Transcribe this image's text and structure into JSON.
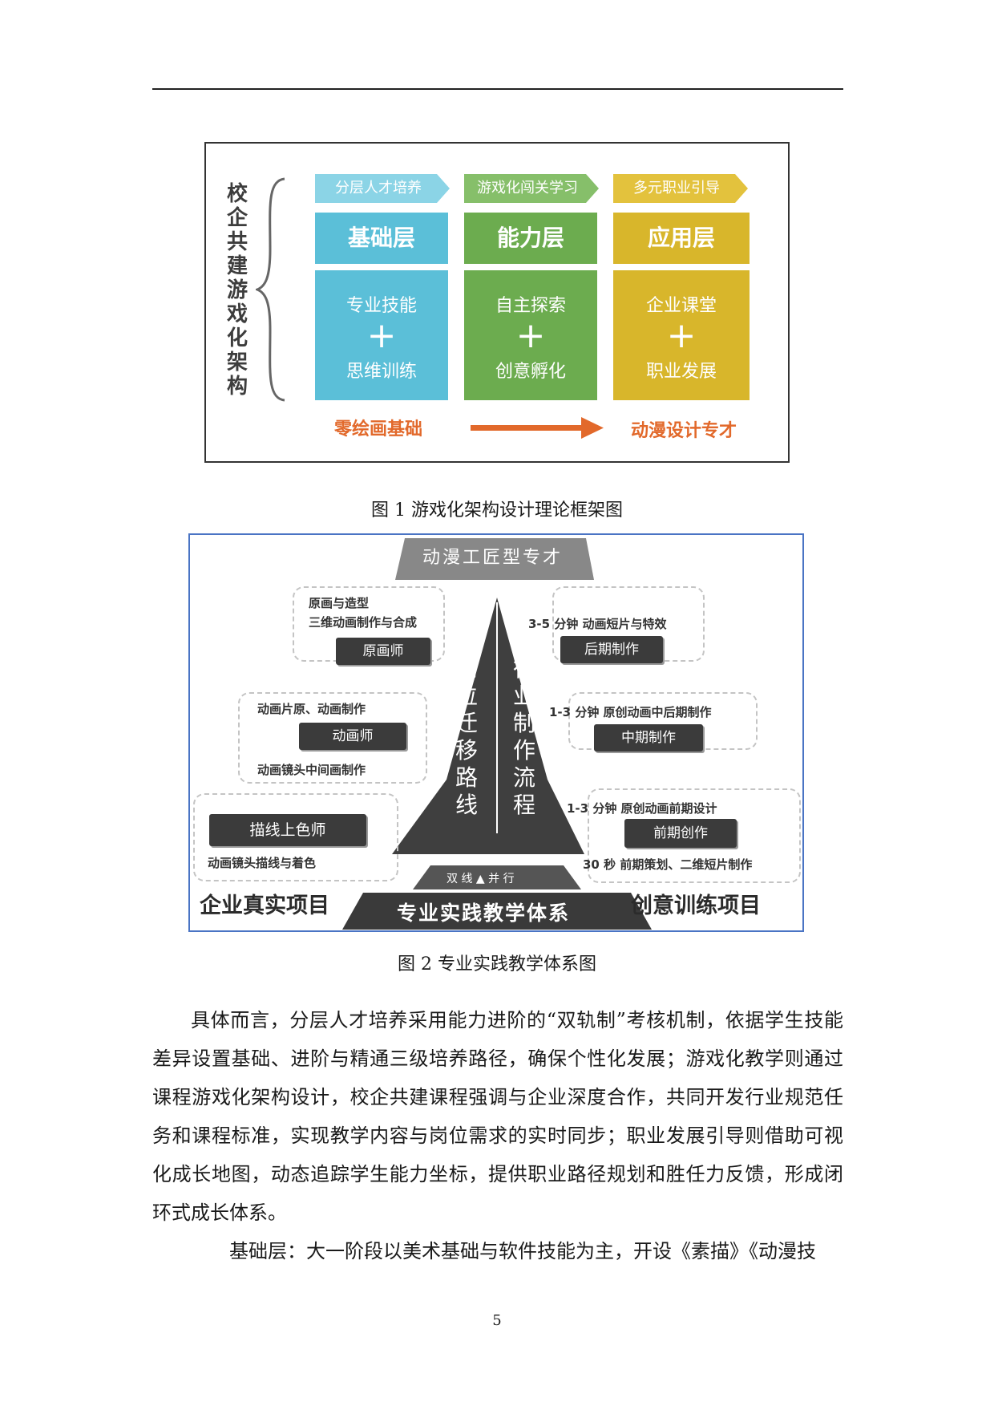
{
  "figure1": {
    "vertical_title": "校企共建游戏化架构",
    "columns": [
      {
        "banner": "分层人才培养",
        "layer": "基础层",
        "line1": "专业技能",
        "plus": "+",
        "line2": "思维训练",
        "color": "#5bbfd8",
        "banner_color": "#8bd4e6"
      },
      {
        "banner": "游戏化闯关学习",
        "layer": "能力层",
        "line1": "自主探索",
        "plus": "+",
        "line2": "创意孵化",
        "color": "#6cac4f",
        "banner_color": "#86bf6a"
      },
      {
        "banner": "多元职业引导",
        "layer": "应用层",
        "line1": "企业课堂",
        "plus": "+",
        "line2": "职业发展",
        "color": "#d8b62b",
        "banner_color": "#e3c23d"
      }
    ],
    "flow_start": "零绘画基础",
    "flow_end": "动漫设计专才",
    "arrow_color": "#e2692b"
  },
  "caption1": "图 1  游戏化架构设计理论框架图",
  "figure2": {
    "top_label": "动漫工匠型专才",
    "left_spine": "岗位迁移路线",
    "right_spine": "行业制作流程",
    "left_boxes": [
      {
        "line1": "原画与造型",
        "line2": "三维动画制作与合成",
        "chip": "原画师"
      },
      {
        "line1": "动画片原、动画制作",
        "chip": "动画师",
        "line2": "动画镜头中间画制作"
      },
      {
        "chip": "描线上色师",
        "line2": "动画镜头描线与着色"
      }
    ],
    "right_boxes": [
      {
        "line1": "3-5 分钟 动画短片与特效",
        "chip": "后期制作"
      },
      {
        "line1": "1-3 分钟 原创动画中后期制作",
        "chip": "中期制作"
      },
      {
        "line1": "1-3 分钟 原创动画前期设计",
        "chip": "前期创作",
        "line2": "30 秒 前期策划、二维短片制作"
      }
    ],
    "base_top": "双 线 ▲ 并 行",
    "base_main": "专业实践教学体系",
    "left_footer": "企业真实项目",
    "right_footer": "创意训练项目"
  },
  "caption2": "图 2  专业实践教学体系图",
  "paragraphs": [
    "具体而言，分层人才培养采用能力进阶的“双轨制”考核机制，依据学生技能差异设置基础、进阶与精通三级培养路径，确保个性化发展；游戏化教学则通过课程游戏化架构设计，校企共建课程强调与企业深度合作，共同开发行业规范任务和课程标准，实现教学内容与岗位需求的实时同步；职业发展引导则借助可视化成长地图，动态追踪学生能力坐标，提供职业路径规划和胜任力反馈，形成闭环式成长体系。",
    "基础层：大一阶段以美术基础与软件技能为主，开设《素描》《动漫技"
  ],
  "page_number": "5"
}
